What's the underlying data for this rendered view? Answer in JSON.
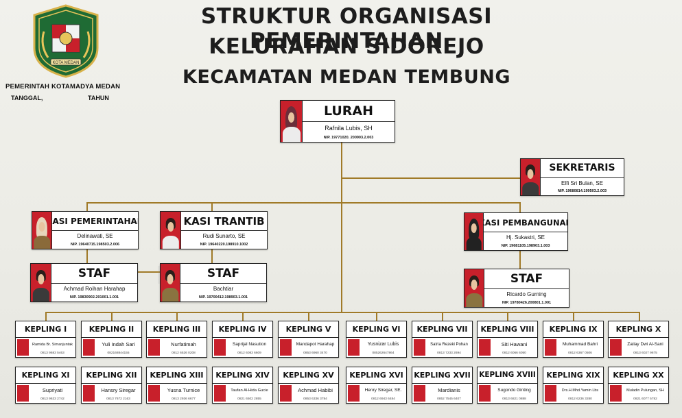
{
  "header": {
    "title_line1": "STRUKTUR ORGANISASI PEMERINTAHAN",
    "title_line2": "KELURAHAN SIDOREJO",
    "title_line3": "KECAMATAN MEDAN TEMBUNG",
    "city_label": "PEMERINTAH KOTAMADYA MEDAN",
    "date_label": "TANGGAL,",
    "year_label": "TAHUN",
    "seal_ribbon": "KOTA MEDAN"
  },
  "lurah": {
    "role": "LURAH",
    "name": "Rafnila Lubis, SH",
    "nip": "NIP. 19771020. 200903.2.003"
  },
  "sekretaris": {
    "role": "SEKRETARIS",
    "name": "Elfi Sri Bulan, SE",
    "nip": "NIP. 19680814.199503.2.003"
  },
  "kasi_pem": {
    "role": "KASI PEMERINTAHAN",
    "name": "Delinawati, SE",
    "nip": "NIP. 19640715.198503.2.006"
  },
  "kasi_trantib": {
    "role": "KASI TRANTIB",
    "name": "Rudi Sunarto, SE",
    "nip": "NIP. 19640220.198910.1002"
  },
  "kasi_pemb": {
    "role": "KASI PEMBANGUNAN",
    "name": "Hj. Sukastri, SE",
    "nip": "NIP. 19681105.198903.1.003"
  },
  "staf1": {
    "role": "STAF",
    "name": "Achmad Roihan Harahap",
    "nip": "NIP. 19830902.201001.1.001"
  },
  "staf2": {
    "role": "STAF",
    "name": "Bachtiar",
    "nip": "NIP. 19700412.198903.1.001"
  },
  "staf3": {
    "role": "STAF",
    "name": "Ricardo Gurning",
    "nip": "NIP. 19780426.200801.1.001"
  },
  "kepling_row1": [
    {
      "label": "KEPLING I",
      "name": "Ramida Br. Simanjuntak",
      "phone": "0813 9683 5463"
    },
    {
      "label": "KEPLING II",
      "name": "Yuli Indah Sari",
      "phone": "082168844155"
    },
    {
      "label": "KEPLING III",
      "name": "Nurfatimah",
      "phone": "0812 6526 0208"
    },
    {
      "label": "KEPLING IV",
      "name": "Saprijal Nasution",
      "phone": "0812 6083 6609"
    },
    {
      "label": "KEPLING V",
      "name": "Mandapot Harahap",
      "phone": "0853 6960 3470"
    },
    {
      "label": "KEPLING VI",
      "name": "Yusnizar Lubis",
      "phone": "085262647864"
    },
    {
      "label": "KEPLING VII",
      "name": "Satria Rezeki Pohan",
      "phone": "0813 7233 2694"
    },
    {
      "label": "KEPLING VIII",
      "name": "Siti Hawani",
      "phone": "0812 6066 6050"
    },
    {
      "label": "KEPLING IX",
      "name": "Muhammad Bahri",
      "phone": "0812 6367 0506"
    },
    {
      "label": "KEPLING X",
      "name": "Zailay Dwi Al-Sani",
      "phone": "0813 6027 9675"
    }
  ],
  "kepling_row2": [
    {
      "label": "KEPLING XI",
      "name": "Supriyati",
      "phone": "0813 9633 2742"
    },
    {
      "label": "KEPLING XII",
      "name": "Hansry Siregar",
      "phone": "0813 7672 2163"
    },
    {
      "label": "KEPLING XIII",
      "name": "Yusna Turnice",
      "phone": "0813 2936 6677"
    },
    {
      "label": "KEPLING XIV",
      "name": "Taufan Al-Hida Gucie",
      "phone": "0821 6502 2855"
    },
    {
      "label": "KEPLING XV",
      "name": "Achmad Habibi",
      "phone": "0853 6336 3784"
    },
    {
      "label": "KEPLING XVI",
      "name": "Henry Siregar, SE.",
      "phone": "0812 6943 6484"
    },
    {
      "label": "KEPLING XVII",
      "name": "Mardianis",
      "phone": "0852 7545 6407"
    },
    {
      "label": "KEPLING XVIII",
      "name": "Sugondo Ginting",
      "phone": "0813 6821 0888"
    },
    {
      "label": "KEPLING XIX",
      "name": "Drs.H.Mhd.Yamin Lbs",
      "phone": "0812 6236 3280"
    },
    {
      "label": "KEPLING XX",
      "name": "Muladin Pulungan, SH",
      "phone": "0821 6077 5782"
    }
  ]
}
